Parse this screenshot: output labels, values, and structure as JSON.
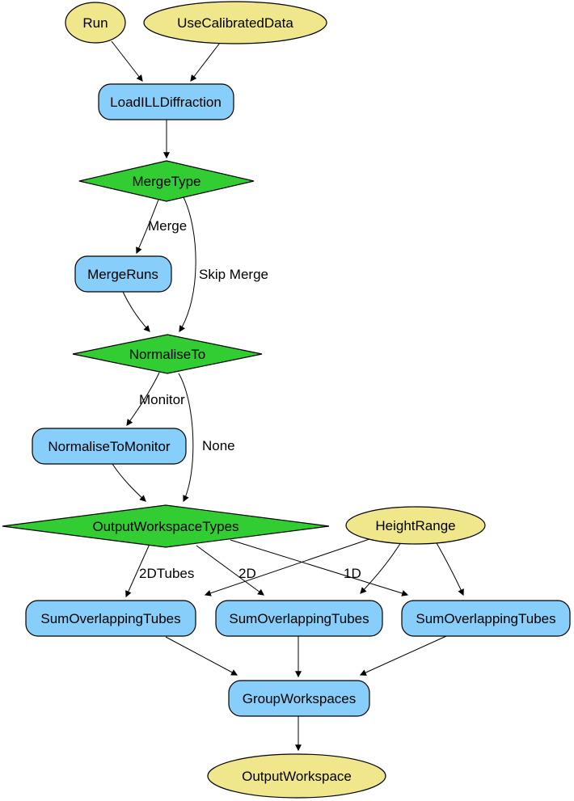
{
  "diagram": {
    "type": "flowchart",
    "description": "Algorithm workflow diagram",
    "colors": {
      "parameter_fill": "#F0E68C",
      "algorithm_fill": "#87CEFA",
      "decision_fill": "#32CD32",
      "node_stroke": "#000000",
      "edge_stroke": "#000000",
      "background": "#FFFFFF"
    },
    "nodes": {
      "run": {
        "label": "Run",
        "shape": "ellipse",
        "role": "parameter"
      },
      "use_calibrated_data": {
        "label": "UseCalibratedData",
        "shape": "ellipse",
        "role": "parameter"
      },
      "load_ill_diffraction": {
        "label": "LoadILLDiffraction",
        "shape": "rounded-rect",
        "role": "algorithm"
      },
      "merge_type": {
        "label": "MergeType",
        "shape": "diamond",
        "role": "decision"
      },
      "merge_runs": {
        "label": "MergeRuns",
        "shape": "rounded-rect",
        "role": "algorithm"
      },
      "normalise_to": {
        "label": "NormaliseTo",
        "shape": "diamond",
        "role": "decision"
      },
      "normalise_to_monitor": {
        "label": "NormaliseToMonitor",
        "shape": "rounded-rect",
        "role": "algorithm"
      },
      "output_workspace_types": {
        "label": "OutputWorkspaceTypes",
        "shape": "diamond",
        "role": "decision"
      },
      "height_range": {
        "label": "HeightRange",
        "shape": "ellipse",
        "role": "parameter"
      },
      "sum_overlapping_tubes_2dtubes": {
        "label": "SumOverlappingTubes",
        "shape": "rounded-rect",
        "role": "algorithm"
      },
      "sum_overlapping_tubes_2d": {
        "label": "SumOverlappingTubes",
        "shape": "rounded-rect",
        "role": "algorithm"
      },
      "sum_overlapping_tubes_1d": {
        "label": "SumOverlappingTubes",
        "shape": "rounded-rect",
        "role": "algorithm"
      },
      "group_workspaces": {
        "label": "GroupWorkspaces",
        "shape": "rounded-rect",
        "role": "algorithm"
      },
      "output_workspace": {
        "label": "OutputWorkspace",
        "shape": "ellipse",
        "role": "parameter"
      }
    },
    "edge_labels": {
      "merge": "Merge",
      "skip_merge": "Skip Merge",
      "monitor": "Monitor",
      "none": "None",
      "tubes2d": "2DTubes",
      "d2": "2D",
      "d1": "1D"
    },
    "edges": [
      {
        "from": "Run",
        "to": "LoadILLDiffraction",
        "label": ""
      },
      {
        "from": "UseCalibratedData",
        "to": "LoadILLDiffraction",
        "label": ""
      },
      {
        "from": "LoadILLDiffraction",
        "to": "MergeType",
        "label": ""
      },
      {
        "from": "MergeType",
        "to": "MergeRuns",
        "label": "Merge"
      },
      {
        "from": "MergeType",
        "to": "NormaliseTo",
        "label": "Skip Merge"
      },
      {
        "from": "MergeRuns",
        "to": "NormaliseTo",
        "label": ""
      },
      {
        "from": "NormaliseTo",
        "to": "NormaliseToMonitor",
        "label": "Monitor"
      },
      {
        "from": "NormaliseTo",
        "to": "OutputWorkspaceTypes",
        "label": "None"
      },
      {
        "from": "NormaliseToMonitor",
        "to": "OutputWorkspaceTypes",
        "label": ""
      },
      {
        "from": "OutputWorkspaceTypes",
        "to": "SumOverlappingTubes(2DTubes)",
        "label": "2DTubes"
      },
      {
        "from": "OutputWorkspaceTypes",
        "to": "SumOverlappingTubes(2D)",
        "label": "2D"
      },
      {
        "from": "OutputWorkspaceTypes",
        "to": "SumOverlappingTubes(1D)",
        "label": "1D"
      },
      {
        "from": "HeightRange",
        "to": "SumOverlappingTubes(2DTubes)",
        "label": ""
      },
      {
        "from": "HeightRange",
        "to": "SumOverlappingTubes(2D)",
        "label": ""
      },
      {
        "from": "HeightRange",
        "to": "SumOverlappingTubes(1D)",
        "label": ""
      },
      {
        "from": "SumOverlappingTubes(2DTubes)",
        "to": "GroupWorkspaces",
        "label": ""
      },
      {
        "from": "SumOverlappingTubes(2D)",
        "to": "GroupWorkspaces",
        "label": ""
      },
      {
        "from": "SumOverlappingTubes(1D)",
        "to": "GroupWorkspaces",
        "label": ""
      },
      {
        "from": "GroupWorkspaces",
        "to": "OutputWorkspace",
        "label": ""
      }
    ]
  }
}
